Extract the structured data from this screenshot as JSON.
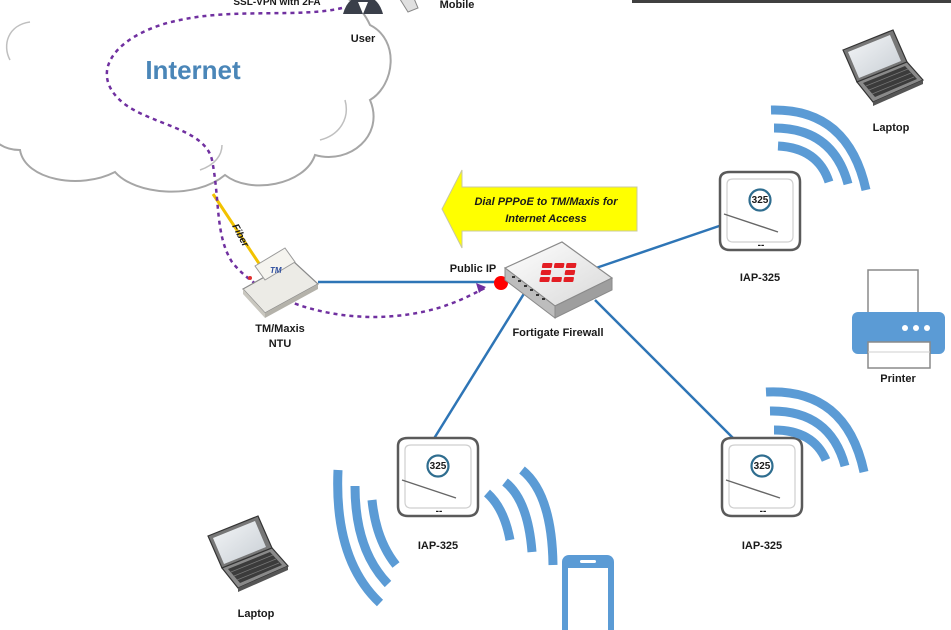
{
  "cloud": {
    "label": "Internet"
  },
  "vpn": {
    "label": "SSL-VPN with 2FA"
  },
  "user": {
    "label": "User"
  },
  "mobile_top": {
    "label": "Mobile"
  },
  "fiber": {
    "label": "Fiber"
  },
  "ntu": {
    "badge": "TM",
    "label_line1": "TM/Maxis",
    "label_line2": "NTU"
  },
  "public_ip": {
    "label": "Public IP"
  },
  "firewall": {
    "label": "Fortigate Firewall"
  },
  "callout": {
    "line1": "Dial PPPoE to TM/Maxis for",
    "line2": "Internet Access"
  },
  "access_points": [
    {
      "model": "325",
      "label": "IAP-325",
      "status": "--"
    },
    {
      "model": "325",
      "label": "IAP-325",
      "status": "--"
    },
    {
      "model": "325",
      "label": "IAP-325",
      "status": "--"
    }
  ],
  "laptop_top": {
    "label": "Laptop"
  },
  "laptop_bottom": {
    "label": "Laptop"
  },
  "printer": {
    "label": "Printer"
  },
  "colors": {
    "link": "#2e75b6",
    "wifi": "#5b9bd5",
    "vpn_path": "#7030a0",
    "fiber": "#f2c200",
    "callout_fill": "#ffff00",
    "public_ip_dot": "#ff0000",
    "fortinet_red": "#e31e24",
    "internet_text": "#4a86b8"
  },
  "icons": [
    "cloud-icon",
    "user-icon",
    "mobile-icon",
    "ntu-modem-icon",
    "firewall-icon",
    "access-point-icon",
    "wifi-waves-icon",
    "laptop-icon",
    "printer-icon",
    "smartphone-icon"
  ]
}
